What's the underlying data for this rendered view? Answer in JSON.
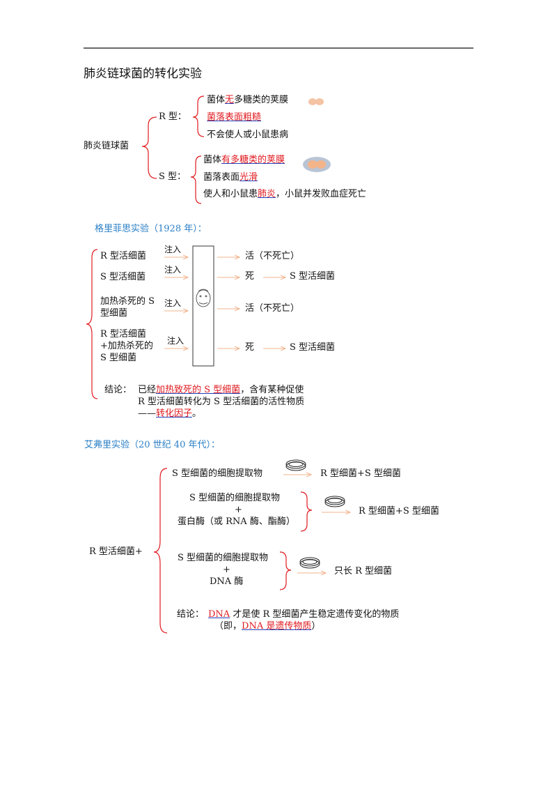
{
  "title": "肺炎链球菌的转化实验",
  "classification": {
    "root": "肺炎链球菌",
    "r_label": "R 型：",
    "r_items": {
      "l1_a": "菌体",
      "l1_b": "无",
      "l1_c": "多糖类的荚膜",
      "l2": "菌落表面粗糙",
      "l3": "不会使人或小鼠患病"
    },
    "s_label": "S 型：",
    "s_items": {
      "l1_a": "菌体",
      "l1_b": "有多糖类的荚膜",
      "l2_a": "菌落表面",
      "l2_b": "光滑",
      "l3_a": "使人和小鼠患",
      "l3_b": "肺炎",
      "l3_c": "，小鼠并发败血症死亡"
    }
  },
  "griffith": {
    "heading": "格里菲思实验（1928 年）：",
    "inputs": [
      "R 型活细菌",
      "S 型活细菌",
      "加热杀死的 S",
      "型细菌",
      "R 型活细菌",
      "+加热杀死的",
      "S 型细菌"
    ],
    "inject": "注入",
    "results": [
      "活（不死亡）",
      "死",
      "S 型活细菌",
      "活（不死亡）",
      "死",
      "S 型活细菌"
    ],
    "conclusion": {
      "label": "结论：",
      "a": "已经",
      "b": "加热致死的 S 型细菌",
      "c": "，含有某种促使",
      "line2": "R 型活细菌转化为 S 型活细菌的活性物质",
      "l3_a": "——",
      "l3_b": "转化因子",
      "l3_c": "。"
    }
  },
  "avery": {
    "heading": "艾弗里实验（20 世纪 40 年代）：",
    "root": "R 型活细菌+",
    "g1": "S 型细菌的细胞提取物",
    "r1": "R 型细菌+S 型细菌",
    "g2_1": "S 型细菌的细胞提取物",
    "g2_2": "+",
    "g2_3": "蛋白酶（或 RNA 酶、酯酶）",
    "r2": "R 型细菌+S 型细菌",
    "g3_1": "S 型细菌的细胞提取物",
    "g3_2": "+",
    "g3_3": "DNA 酶",
    "r3": "只长 R 型细菌",
    "conclusion": {
      "label": "结论：",
      "a": "DNA",
      "b": "才是使 R 型细菌产生稳定遗传变化的物质",
      "l2_a": "（即，",
      "l2_b": "DNA 是遗传物质",
      "l2_c": "）"
    }
  },
  "colors": {
    "bracket": "#e0191e",
    "heading": "#2a7fc6",
    "arrow": "#f0b48e",
    "underline": "#1f3fb8"
  }
}
